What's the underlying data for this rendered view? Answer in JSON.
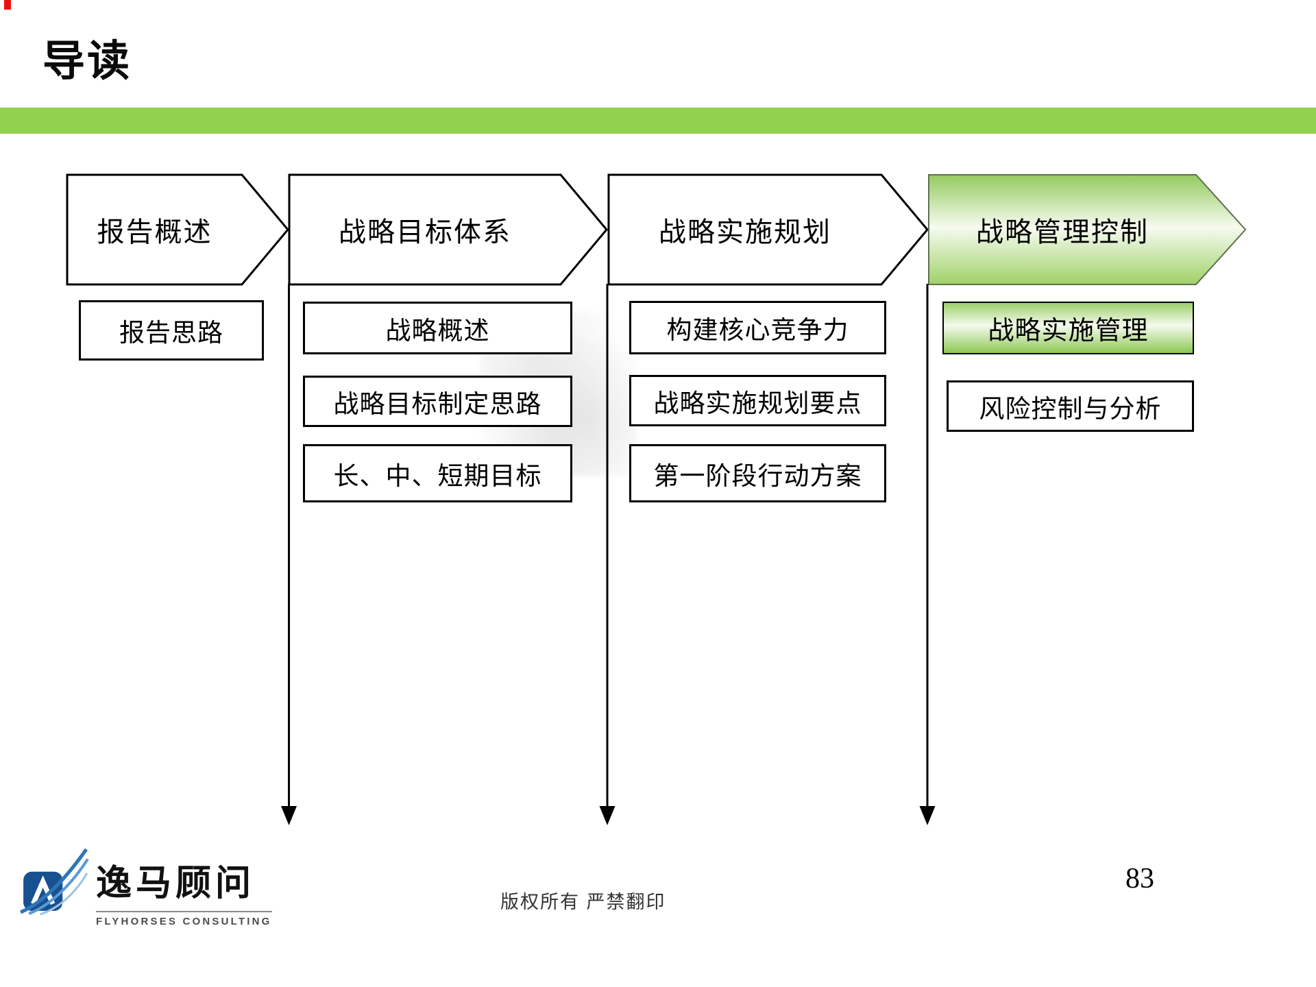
{
  "slide": {
    "title": "导读",
    "page_number": "83",
    "copyright": "版权所有  严禁翻印"
  },
  "logo": {
    "name_cn": "逸马顾问",
    "name_en": "FLYHORSES CONSULTING"
  },
  "colors": {
    "accent_green": "#92d050",
    "arrow_highlight_gradient": [
      "#94ca5e",
      "#f6fbf1",
      "#9fd167"
    ],
    "box_highlight_gradient": [
      "#9ed06b",
      "#f4faee",
      "#8cc854"
    ],
    "outline": "#000000",
    "logo_blue": "#17518f",
    "corner_red": "#ee1111"
  },
  "flow": {
    "columns": [
      {
        "header": "报告概述",
        "highlighted": false,
        "items": [
          "报告思路"
        ]
      },
      {
        "header": "战略目标体系",
        "highlighted": false,
        "items": [
          "战略概述",
          "战略目标制定思路",
          "长、中、短期目标"
        ]
      },
      {
        "header": "战略实施规划",
        "highlighted": false,
        "items": [
          "构建核心竞争力",
          "战略实施规划要点",
          "第一阶段行动方案"
        ]
      },
      {
        "header": "战略管理控制",
        "highlighted": true,
        "items": [
          "战略实施管理",
          "风险控制与分析"
        ],
        "highlighted_item_index": 0
      }
    ]
  }
}
